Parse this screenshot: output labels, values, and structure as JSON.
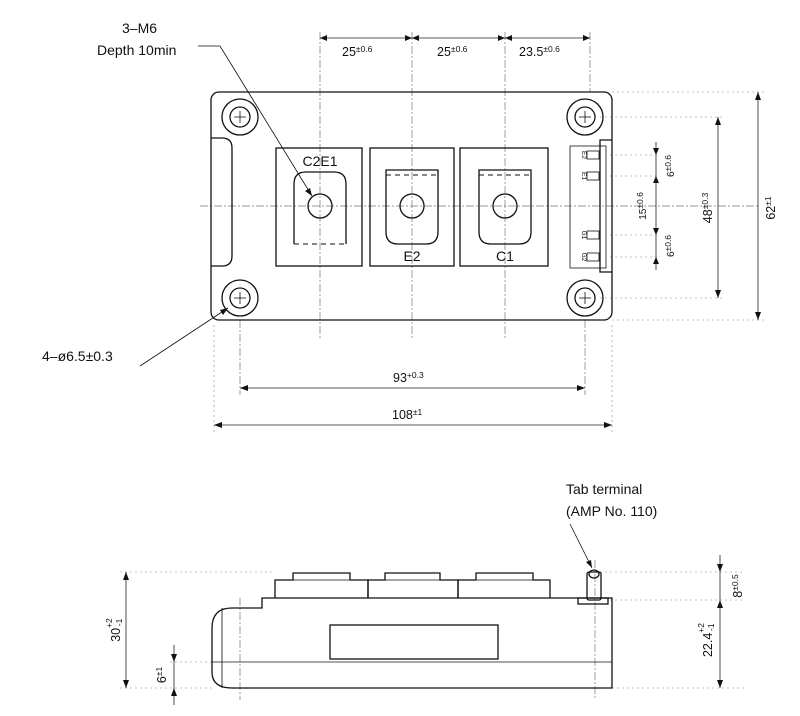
{
  "callouts": {
    "thread_line1": "3–M6",
    "thread_line2": "Depth 10min",
    "holes": "4–ø6.5±0.3",
    "tab_line1": "Tab terminal",
    "tab_line2": "(AMP No. 110)"
  },
  "terminals": {
    "c2e1": "C2E1",
    "e2": "E2",
    "c1": "C1"
  },
  "tab_labels": [
    "E2",
    "E1",
    "G1",
    "G2"
  ],
  "dimensions": {
    "pitch_1": {
      "main": "25",
      "tol": "±0.6"
    },
    "pitch_2": {
      "main": "25",
      "tol": "±0.6"
    },
    "pitch_3": {
      "main": "23.5",
      "tol": "±0.6"
    },
    "hole_span": {
      "main": "93",
      "tol": "+0.3"
    },
    "length": {
      "main": "108",
      "tol": "±1"
    },
    "width": {
      "main": "62",
      "tol": "±1"
    },
    "hole_pitch_v": {
      "main": "48",
      "tol": "±0.3"
    },
    "tab_gap_top": {
      "main": "6",
      "tol": "±0.6"
    },
    "tab_gap_mid": {
      "main": "15",
      "tol": "±0.6"
    },
    "tab_gap_bot": {
      "main": "6",
      "tol": "±0.6"
    },
    "height_total": {
      "main": "30",
      "tol_plus": "+2",
      "tol_minus": "-1"
    },
    "base_height": {
      "main": "6",
      "tol": "±1"
    },
    "tab_height": {
      "main": "8",
      "tol": "±0.5"
    },
    "tab_base_height": {
      "main": "22.4",
      "tol_plus": "+2",
      "tol_minus": "-1"
    }
  }
}
